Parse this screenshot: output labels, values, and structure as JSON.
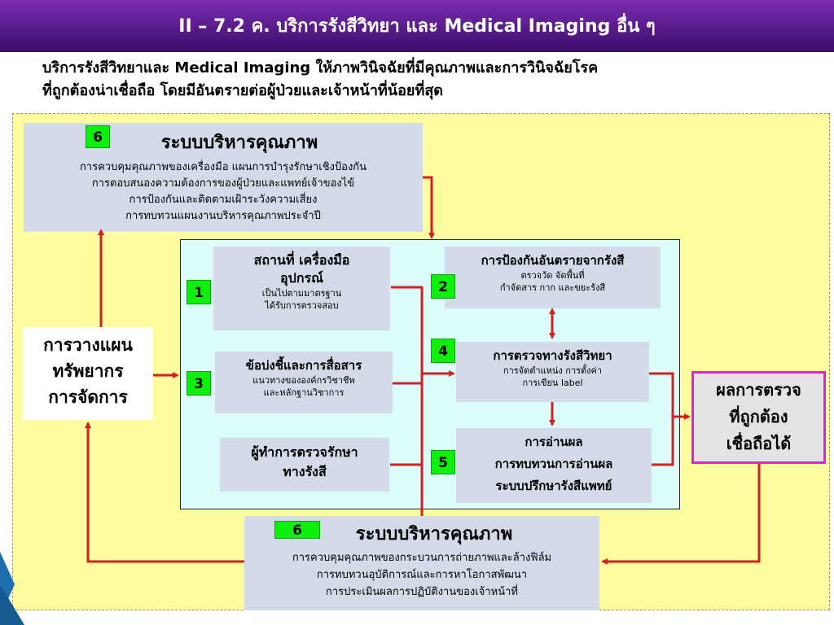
{
  "slide": {
    "title": "II – 7.2 ค. บริการรังสีวิทยา และ Medical Imaging อื่น ๆ",
    "intro_line1": "บริการรังสีวิทยาและ Medical Imaging ให้ภาพวินิจฉัยที่มีคุณภาพและการวินิจฉัยโรค",
    "intro_line2": "ที่ถูกต้องน่าเชื่อถือ โดยมีอันตรายต่อผู้ป่วยและเจ้าหน้าที่น้อยที่สุด"
  },
  "top_qms": {
    "number": "6",
    "title": "ระบบบริหารคุณภาพ",
    "lines": [
      "การควบคุมคุณภาพของเครื่องมือ แผนการบำรุงรักษาเชิงป้องกัน",
      "การตอบสนองความต้องการของผู้ป่วยและแพทย์เจ้าของไข้",
      "การป้องกันและติดตามเฝ้าระวังความเสี่ยง",
      "การทบทวนแผนงานบริหารคุณภาพประจำปี"
    ]
  },
  "planning": {
    "lines": [
      "การวางแผน",
      "ทรัพยากร",
      "การจัดการ"
    ]
  },
  "facility": {
    "number": "1",
    "title1": "สถานที่ เครื่องมือ",
    "title2": "อุปกรณ์",
    "sub1": "เป็นไปตามมาตรฐาน",
    "sub2": "ได้รับการตรวจสอบ"
  },
  "indication": {
    "number": "3",
    "title": "ข้อบ่งชี้และการสื่อสาร",
    "sub1": "แนวทางขององค์กรวิชาชีพ",
    "sub2": "และหลักฐานวิชาการ"
  },
  "staff": {
    "line1": "ผู้ทำการตรวจรักษา",
    "line2": "ทางรังสี"
  },
  "protection": {
    "number": "2",
    "title": "การป้องกันอันตรายจากรังสี",
    "sub1": "ตรวจวัด จัดพื้นที่",
    "sub2": "กำจัดสาร กาก และขยะรังสี"
  },
  "exam": {
    "number": "4",
    "title": "การตรวจทางรังสีวิทยา",
    "sub1": "การจัดตำแหน่ง การตั้งค่า",
    "sub2": "การเขียน label"
  },
  "reading": {
    "number": "5",
    "lines": [
      "การอ่านผล",
      "การทบทวนการอ่านผล",
      "ระบบปรึกษารังสีแพทย์"
    ]
  },
  "result": {
    "lines": [
      "ผลการตรวจ",
      "ที่ถูกต้อง",
      "เชื่อถือได้"
    ]
  },
  "bottom_qms": {
    "number": "6",
    "title": "ระบบบริหารคุณภาพ",
    "lines": [
      "การควบคุมคุณภาพของกระบวนการถ่ายภาพและล้างฟิล์ม",
      "การทบทวนอุบัติการณ์และการหาโอกาสพัฒนา",
      "การประเมินผลการปฏิบัติงานของเจ้าหน้าที่"
    ]
  },
  "colors": {
    "title_bar": "#5a1a8f",
    "panel": "#fdfda0",
    "inner_panel": "#dcfcfc",
    "box": "#d3dbe8",
    "number_badge": "#0cf00c",
    "arrow": "#d42020",
    "result_border": "#e020e0"
  }
}
